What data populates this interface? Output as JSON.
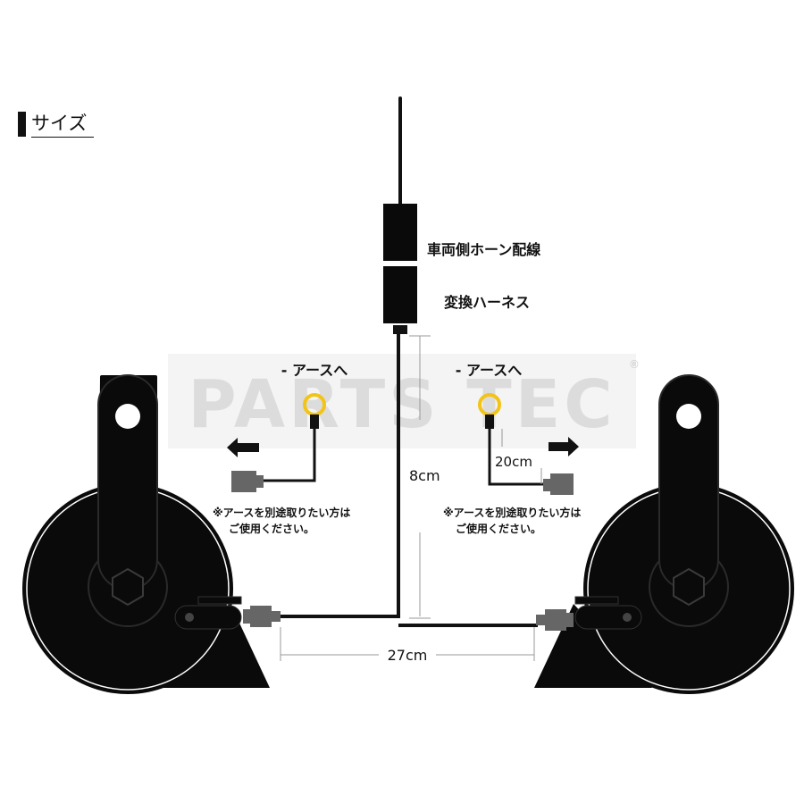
{
  "heading": {
    "text": "サイズ"
  },
  "watermark": {
    "text": "PARTS TEC",
    "mark": "®"
  },
  "labels": {
    "vehicle_wiring": "車両側ホーン配線",
    "conversion_harness": "変換ハーネス",
    "earth_left": "- アースへ",
    "earth_right": "- アースへ",
    "note_left_line1": "※アースを別途取りたい方は",
    "note_left_line2": "ご使用ください。",
    "note_right_line1": "※アースを別途取りたい方は",
    "note_right_line2": "ご使用ください。"
  },
  "dimensions": {
    "vertical": "8cm",
    "horizontal": "27cm",
    "earth_lead": "20cm"
  },
  "colors": {
    "line": "#111111",
    "horn": "#0a0a0a",
    "connector": "#666666",
    "ring_terminal": "#f2c418",
    "dimension": "#999999",
    "watermark": "#d9d9d9"
  },
  "icons": {
    "left_arrow": "arrow-left-icon",
    "right_arrow": "arrow-right-icon"
  }
}
